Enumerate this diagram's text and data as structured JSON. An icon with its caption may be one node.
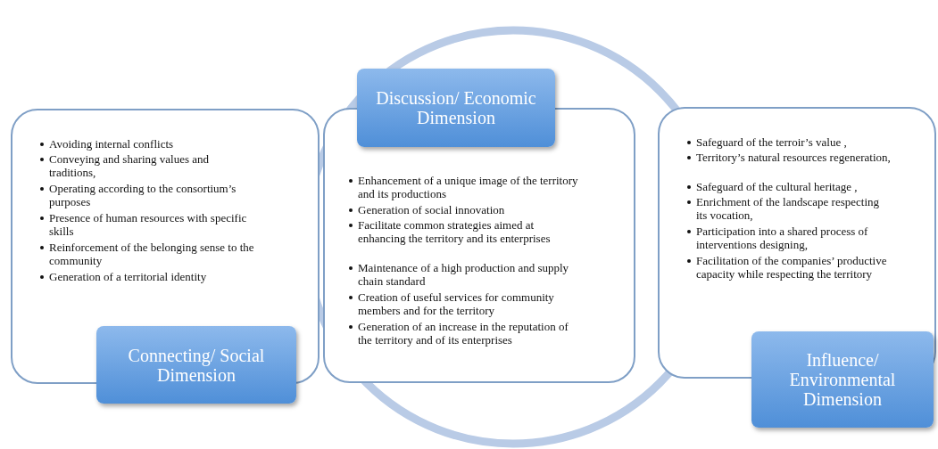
{
  "diagram": {
    "nodes": [
      {
        "text": [
          "Avoiding internal conflicts",
          "Conveying and sharing values and traditions,",
          "Operating according to the consortium’s purposes",
          "Presence of human resources with specific skills",
          "Reinforcement of the belonging sense to the community",
          "Generation of a territorial identity"
        ]
      },
      {
        "text": [
          "Connecting/ Social Dimension"
        ]
      },
      {
        "text": [
          "Enhancement of a unique image of the territory and its productions",
          "Generation of social innovation",
          "Facilitate common strategies aimed at enhancing the territory and its enterprises",
          "Maintenance of a high production and supply chain standard",
          "Creation of useful services for community members and for the territory",
          "Generation of an increase in the reputation of the territory and of its enterprises"
        ]
      },
      {
        "text": [
          "Discussion/ Economic Dimension"
        ]
      },
      {
        "text": [
          "Safeguard of the terroir’s value ,",
          "Territory’s natural resources regeneration,",
          "Safeguard of the cultural heritage ,",
          "Enrichment of the landscape respecting its vocation,",
          "Participation into a shared process of interventions designing,",
          "Facilitation of the companies’ productive capacity while respecting the territory"
        ]
      },
      {
        "text": [
          "Influence/ Environmental Dimension"
        ]
      }
    ]
  }
}
